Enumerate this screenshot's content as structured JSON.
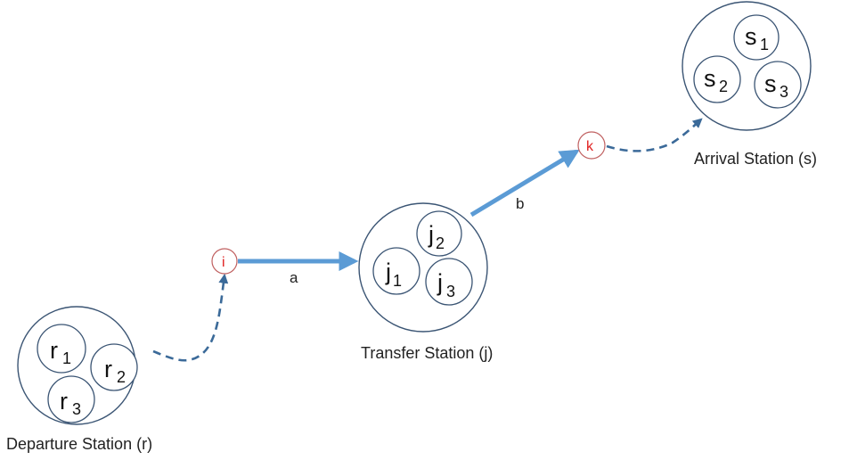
{
  "stations": {
    "departure": {
      "label": "Departure Station (r)",
      "subs": [
        {
          "main": "r",
          "sub": "1"
        },
        {
          "main": "r",
          "sub": "2"
        },
        {
          "main": "r",
          "sub": "3"
        }
      ]
    },
    "transfer": {
      "label": "Transfer Station (j)",
      "subs": [
        {
          "main": "j",
          "sub": "1"
        },
        {
          "main": "j",
          "sub": "2"
        },
        {
          "main": "j",
          "sub": "3"
        }
      ]
    },
    "arrival": {
      "label": "Arrival Station (s)",
      "subs": [
        {
          "main": "s",
          "sub": "1"
        },
        {
          "main": "s",
          "sub": "2"
        },
        {
          "main": "s",
          "sub": "3"
        }
      ]
    }
  },
  "nodes": {
    "i": "i",
    "k": "k"
  },
  "edges": {
    "a": "a",
    "b": "b"
  },
  "colors": {
    "solid_arrow": "#5b9bd5",
    "dashed_arrow": "#3b6a99",
    "node_text": "#e02020",
    "circle_stroke": "#3b5574"
  }
}
